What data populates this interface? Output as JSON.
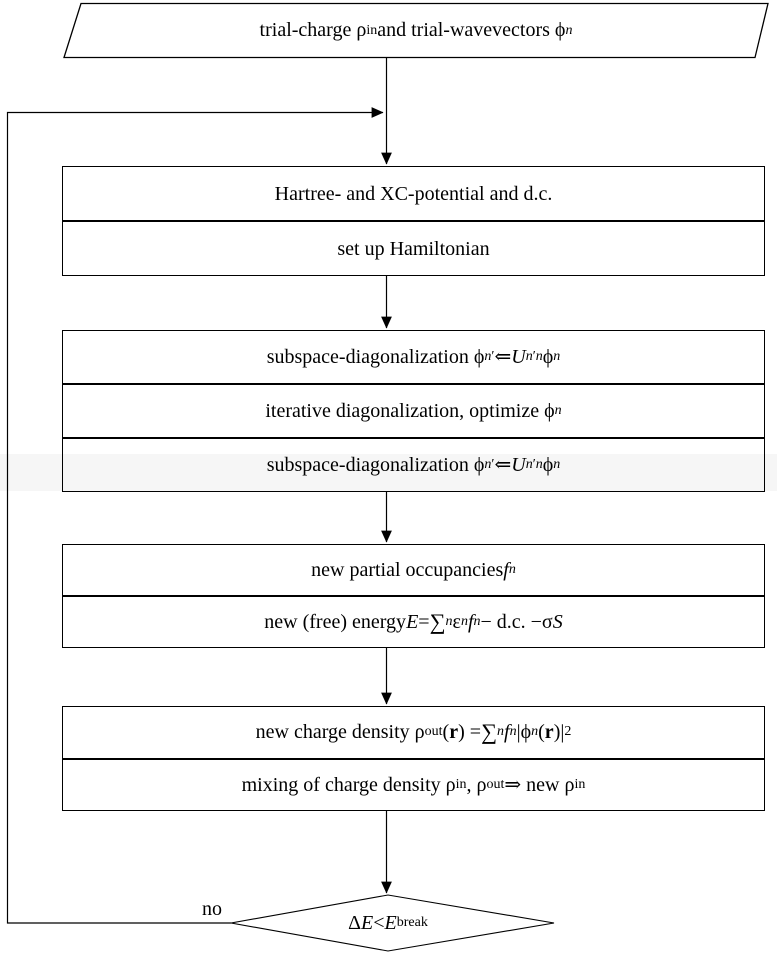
{
  "colors": {
    "line": "#000000",
    "text": "#000000",
    "background": "#ffffff",
    "highlight_band": "#f6f6f6"
  },
  "start": {
    "label_html": "trial-charge ρ<sub>in</sub> and trial-wavevectors ϕ<sub><i>n</i></sub>"
  },
  "boxes": [
    {
      "id": "potential-hamiltonian",
      "rows": [
        "Hartree- and XC-potential and d.c.",
        "set up Hamiltonian"
      ]
    },
    {
      "id": "diagonalization",
      "rows": [
        "subspace-diagonalization ϕ<sub><i>n</i>′</sub> ⇐ <i>U</i><sub><i>n</i>′<i>n</i></sub>ϕ<sub><i>n</i></sub>",
        "iterative diagonalization, optimize ϕ<sub><i>n</i></sub>",
        "subspace-diagonalization ϕ<sub><i>n</i>′</sub> ⇐ <i>U</i><sub><i>n</i>′<i>n</i></sub>ϕ<sub><i>n</i></sub>"
      ]
    },
    {
      "id": "occupancies-energy",
      "rows": [
        "new partial occupancies <i>f</i><sub><i>n</i></sub>",
        "new (free) energy <i>E</i> = <span class=\"sum\">∑</span><sub><i>n</i></sub> ε<sub><i>n</i></sub><i>f</i><sub><i>n</i></sub>− d.c. −σ<i>S</i>"
      ]
    },
    {
      "id": "charge-density-mixing",
      "rows": [
        "new charge density ρ<sub>out</sub>(<b>r</b>) = <span class=\"sum\">∑</span><sub><i>n</i></sub> <i>f</i><sub><i>n</i></sub>|ϕ<sub><i>n</i></sub>(<b>r</b>)|<sup>2</sup>",
        "mixing of charge density ρ<sub>in</sub>, ρ<sub>out</sub> ⇒ new ρ<sub>in</sub>"
      ]
    }
  ],
  "decision": {
    "label_html": "Δ<i>E</i> &lt; <i>E</i><sub>break</sub>",
    "no_label": "no"
  }
}
